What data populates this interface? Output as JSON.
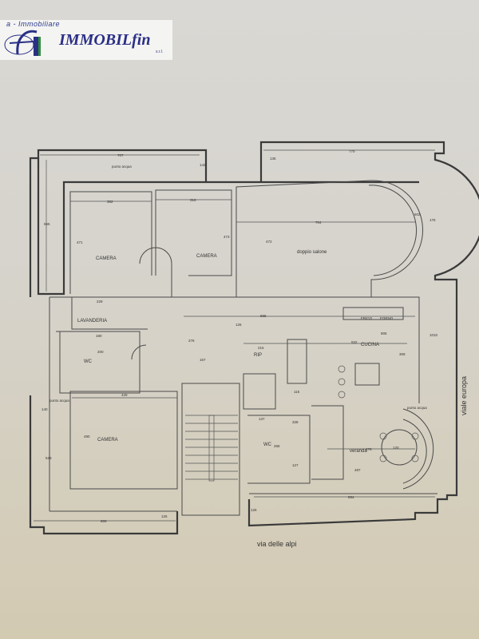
{
  "logo": {
    "arc_text": "a - Immobiliare",
    "brand": "IMMOBILfin",
    "suffix": "s.r.l.",
    "colors": {
      "blue": "#2b2f86",
      "green": "#2e8b3a"
    }
  },
  "rooms": {
    "camera_1": "CAMERA",
    "camera_2": "CAMERA",
    "camera_3": "CAMERA",
    "salone": "doppio salone",
    "lavanderia": "LAVANDERIA",
    "wc_1": "WC",
    "wc_2": "WC",
    "rip": "RIP",
    "cucina": "CUCINA",
    "veranda": "veranda",
    "frigo": "FRIGO",
    "forno": "FORNO"
  },
  "annotations": {
    "punto_acqua_1": "punto acqua",
    "punto_acqua_2": "punto acqua",
    "punto_acqua_3": "punto acqua"
  },
  "streets": {
    "bottom": "via delle alpi",
    "right": "viale europa"
  },
  "dimensions": {
    "top_left_width": "707",
    "top_left_depth": "142",
    "left_terrace": "565",
    "camera1_width": "362",
    "camera1_depth": "471",
    "camera2_width": "316",
    "camera2_depth": "473",
    "top_right_width": "770",
    "top_right_depth": "136",
    "salone_width": "704",
    "salone_depth": "472",
    "bay_depth": "602",
    "bay_width": "176",
    "corridor": "565",
    "corridor_depth": "126",
    "lavanderia_width": "229",
    "wc_width_a": "180",
    "wc_width_b": "200",
    "hall_depth": "276",
    "hall_width": "167",
    "rip_width": "215",
    "cucina_width": "932",
    "cucina_inner": "905",
    "cucina_depth": "309",
    "right_terrace": "1010",
    "rip_depth": "115",
    "camera3_width": "429",
    "camera3_depth": "490",
    "left_lower_terrace": "533",
    "left_lower_top": "140",
    "bottom_left_width": "600",
    "bottom_left_depth": "126",
    "wc2_width": "137",
    "wc2_depth": "266",
    "pass_depth": "328",
    "shower_width": "127",
    "veranda_width": "476",
    "veranda_depth": "487",
    "table": "120",
    "bottom_right_width": "854",
    "bottom_right_depth": "126"
  }
}
